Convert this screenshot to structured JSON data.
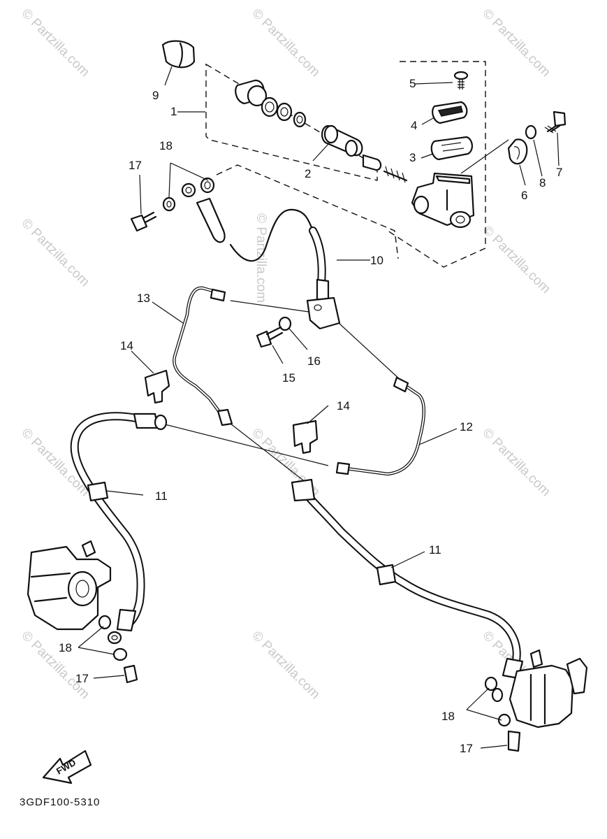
{
  "diagram": {
    "code": "3GDF100-5310",
    "fwd_label": "FWD",
    "watermark": "© Partzilla.com",
    "labels": {
      "l1": "1",
      "l2": "2",
      "l3": "3",
      "l4": "4",
      "l5": "5",
      "l6": "6",
      "l7": "7",
      "l8": "8",
      "l9": "9",
      "l10": "10",
      "l11a": "11",
      "l11b": "11",
      "l12": "12",
      "l13": "13",
      "l14a": "14",
      "l14b": "14",
      "l15": "15",
      "l16": "16",
      "l17a": "17",
      "l17b": "17",
      "l17c": "17",
      "l18a": "18",
      "l18b": "18",
      "l18c": "18"
    }
  }
}
